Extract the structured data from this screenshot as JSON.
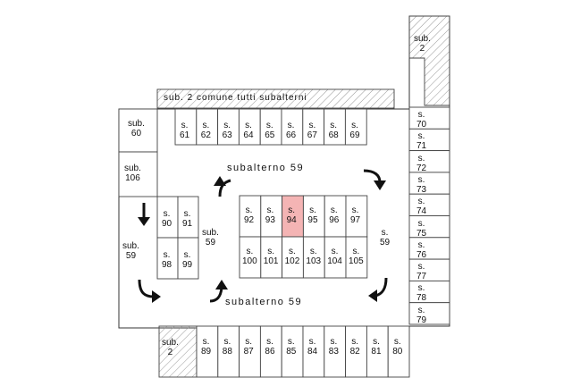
{
  "shared_label": "sub. 2 comune tutti subalterni",
  "corridor_labels": {
    "top": "subalterno 59",
    "bottom": "subalterno 59",
    "left": "sub.\n59",
    "center": "sub.\n59",
    "right": "s.\n59"
  },
  "units": {
    "sub60": "sub.\n60",
    "sub106": "sub.\n106",
    "sub2_top": "sub.\n2",
    "sub2_bottom": "sub.\n2"
  },
  "row_top": [
    "s.\n61",
    "s.\n62",
    "s.\n63",
    "s.\n64",
    "s.\n65",
    "s.\n66",
    "s.\n67",
    "s.\n68",
    "s.\n69"
  ],
  "right_column": [
    "s.\n70",
    "s.\n71",
    "s.\n72",
    "s.\n73",
    "s.\n74",
    "s.\n75",
    "s.\n76",
    "s.\n77",
    "s.\n78",
    "s.\n79"
  ],
  "row_bottom": [
    "s.\n89",
    "s.\n88",
    "s.\n87",
    "s.\n86",
    "s.\n85",
    "s.\n84",
    "s.\n83",
    "s.\n82",
    "s.\n81",
    "s.\n80"
  ],
  "left_block": [
    "s.\n90",
    "s.\n91",
    "s.\n98",
    "s.\n99"
  ],
  "center_top": [
    "s.\n92",
    "s.\n93",
    "s.\n94",
    "s.\n95",
    "s.\n96",
    "s.\n97"
  ],
  "center_bottom": [
    "s.\n100",
    "s.\n101",
    "s.\n102",
    "s.\n103",
    "s.\n104",
    "s.\n105"
  ],
  "highlighted": "s.\n94",
  "highlight_color": "#f4b4b4",
  "icons": [
    "arrow-down-icon",
    "arrow-curved-icon"
  ]
}
